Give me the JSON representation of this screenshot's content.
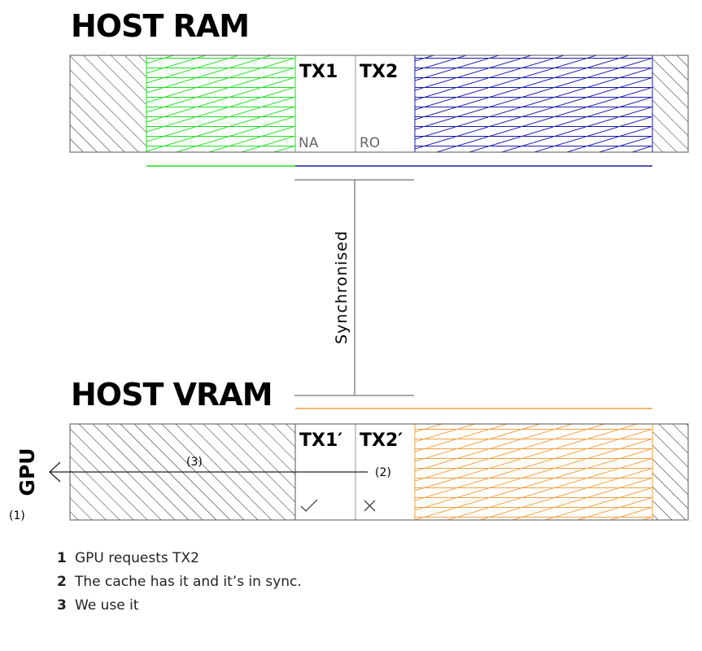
{
  "diagram": {
    "ram_heading": "HOST RAM",
    "vram_heading": "HOST VRAM",
    "tx1_label": "TX1",
    "tx2_label": "TX2",
    "tx1_state": "NA",
    "tx2_state": "RO",
    "tx1_cache_label": "TX1′",
    "tx2_cache_label": "TX2′",
    "sync_label": "Synchronised",
    "gpu_label": "GPU",
    "step1_marker": "(1)",
    "step2_marker": "(2)",
    "step3_marker": "(3)"
  },
  "legend": [
    {
      "num": "1",
      "text": "GPU requests TX2"
    },
    {
      "num": "2",
      "text": "The cache has it and it’s in sync."
    },
    {
      "num": "3",
      "text": "We use it"
    }
  ],
  "colors": {
    "green": "#22dd22",
    "blue": "#1a1aaa",
    "orange": "#f0a040",
    "black": "#222222",
    "gray": "#888888"
  }
}
